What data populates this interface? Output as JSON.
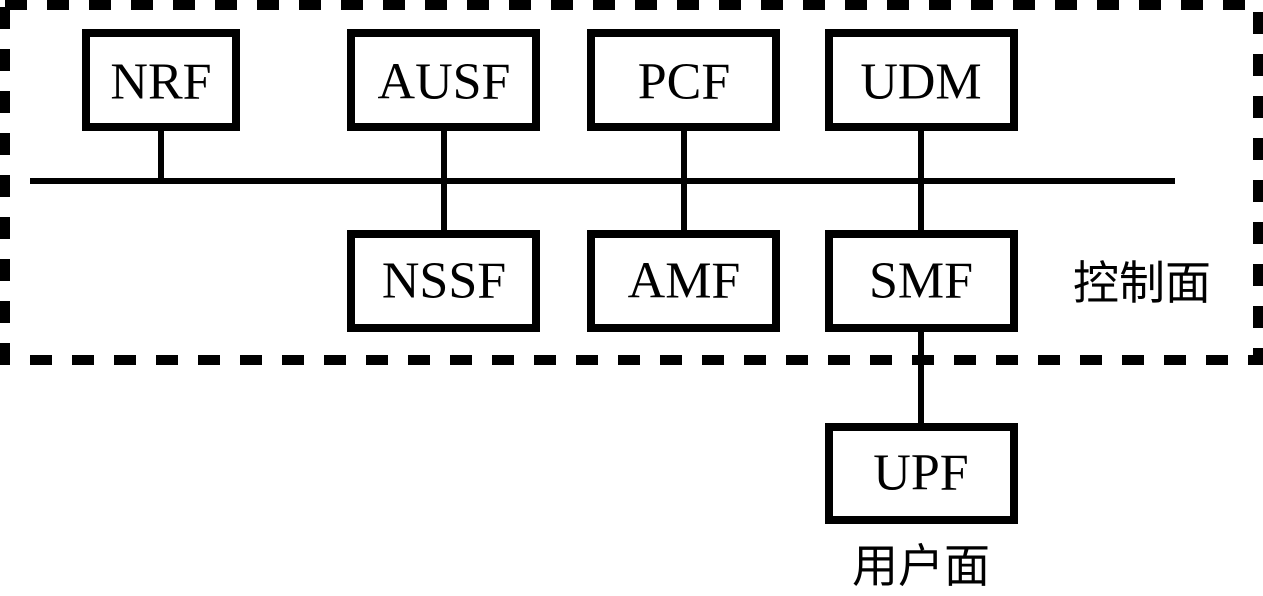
{
  "diagram": {
    "title": "5G core network service-based architecture",
    "nodes": [
      {
        "id": "nrf",
        "label": "NRF",
        "plane": "control",
        "row": "top"
      },
      {
        "id": "ausf",
        "label": "AUSF",
        "plane": "control",
        "row": "top"
      },
      {
        "id": "pcf",
        "label": "PCF",
        "plane": "control",
        "row": "top"
      },
      {
        "id": "udm",
        "label": "UDM",
        "plane": "control",
        "row": "top"
      },
      {
        "id": "nssf",
        "label": "NSSF",
        "plane": "control",
        "row": "bottom"
      },
      {
        "id": "amf",
        "label": "AMF",
        "plane": "control",
        "row": "bottom"
      },
      {
        "id": "smf",
        "label": "SMF",
        "plane": "control",
        "row": "bottom"
      },
      {
        "id": "upf",
        "label": "UPF",
        "plane": "user",
        "row": "outside"
      }
    ],
    "edges": [
      {
        "from": "nrf",
        "to": "bus"
      },
      {
        "from": "ausf",
        "to": "bus"
      },
      {
        "from": "pcf",
        "to": "bus"
      },
      {
        "from": "udm",
        "to": "bus"
      },
      {
        "from": "nssf",
        "to": "bus"
      },
      {
        "from": "amf",
        "to": "bus"
      },
      {
        "from": "smf",
        "to": "bus"
      },
      {
        "from": "smf",
        "to": "upf"
      }
    ],
    "zones": {
      "control_plane": "控制面",
      "user_plane": "用户面"
    },
    "colors": {
      "stroke": "#000000",
      "background": "#ffffff"
    }
  }
}
